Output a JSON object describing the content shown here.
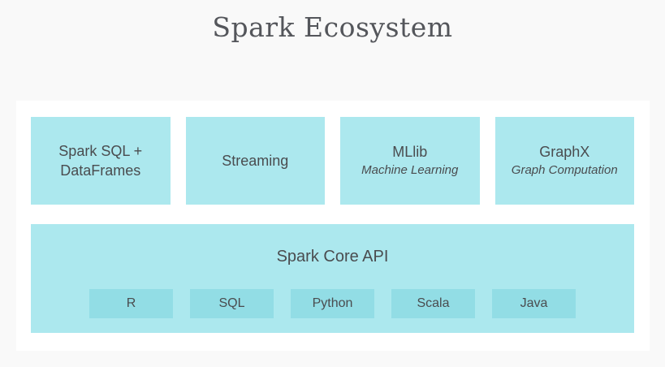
{
  "page": {
    "title": "Spark Ecosystem"
  },
  "colors": {
    "page_bg": "#f9f9f9",
    "card_bg": "#ffffff",
    "box_fill": "#ace8ee",
    "inner_box_fill": "#92dde5",
    "text_color": "#4a4c4f",
    "title_color": "#54565b"
  },
  "components": [
    {
      "title": "Spark SQL + DataFrames",
      "subtitle": ""
    },
    {
      "title": "Streaming",
      "subtitle": ""
    },
    {
      "title": "MLlib",
      "subtitle": "Machine Learning"
    },
    {
      "title": "GraphX",
      "subtitle": "Graph Computation"
    }
  ],
  "core": {
    "title": "Spark Core API",
    "languages": [
      "R",
      "SQL",
      "Python",
      "Scala",
      "Java"
    ]
  }
}
